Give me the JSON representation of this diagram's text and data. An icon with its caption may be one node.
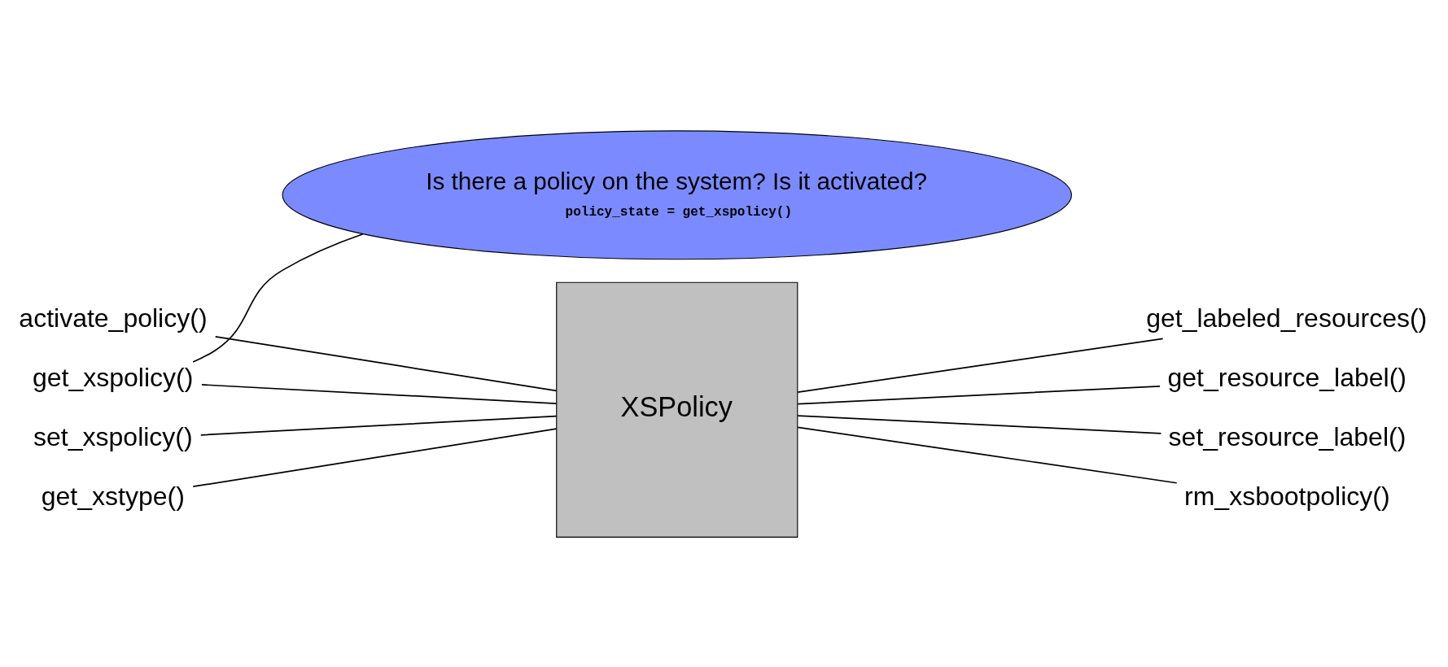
{
  "diagram": {
    "nodes": [
      {
        "text": [
          "Is there a policy on the system? Is it activated?",
          "policy_state = get_xspolicy()"
        ]
      },
      {
        "text": [
          "XSPolicy"
        ]
      },
      {
        "text": [
          "activate_policy()"
        ]
      },
      {
        "text": [
          "get_xspolicy()"
        ]
      },
      {
        "text": [
          "set_xspolicy()"
        ]
      },
      {
        "text": [
          "get_xstype()"
        ]
      },
      {
        "text": [
          "get_labeled_resources()"
        ]
      },
      {
        "text": [
          "get_resource_label()"
        ]
      },
      {
        "text": [
          "set_resource_label()"
        ]
      },
      {
        "text": [
          "rm_xsbootpolicy()"
        ]
      }
    ],
    "edges": [
      {
        "from": 0,
        "to": 3,
        "arrow": "none"
      },
      {
        "from": 2,
        "to": 1,
        "arrow": "none"
      },
      {
        "from": 3,
        "to": 1,
        "arrow": "none"
      },
      {
        "from": 4,
        "to": 1,
        "arrow": "none"
      },
      {
        "from": 5,
        "to": 1,
        "arrow": "none"
      },
      {
        "from": 1,
        "to": 6,
        "arrow": "none"
      },
      {
        "from": 1,
        "to": 7,
        "arrow": "none"
      },
      {
        "from": 1,
        "to": 8,
        "arrow": "none"
      },
      {
        "from": 1,
        "to": 9,
        "arrow": "none"
      }
    ]
  }
}
